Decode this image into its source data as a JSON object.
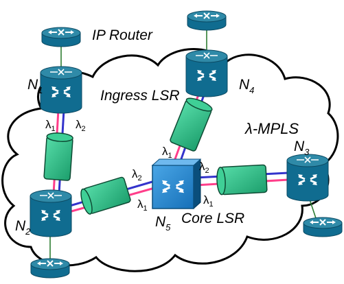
{
  "labels": {
    "ip_router": "IP Router",
    "ingress_lsr": "Ingress LSR",
    "core_lsr": "Core LSR",
    "lambda_mpls": "λ-MPLS"
  },
  "nodes": {
    "n1": {
      "name": "N",
      "sub": "1"
    },
    "n2": {
      "name": "N",
      "sub": "2"
    },
    "n3": {
      "name": "N",
      "sub": "3"
    },
    "n4": {
      "name": "N",
      "sub": "4"
    },
    "n5": {
      "name": "N",
      "sub": "5"
    }
  },
  "wavelengths": {
    "l1": {
      "sym": "λ",
      "sub": "1"
    },
    "l2": {
      "sym": "λ",
      "sub": "2"
    }
  },
  "colors": {
    "router_top": "#2f8aa8",
    "router_body": "#106c90",
    "router_edge": "#0b4a63",
    "switch_face": "#2a8ad0",
    "switch_edge": "#0a4e7c",
    "tube_fill": "#2fbf8a",
    "tube_edge": "#0d4a33",
    "fiber_blue": "#3333cc",
    "fiber_pink": "#ff3e8a",
    "client_link": "#2e7d32",
    "cloud_edge": "#000000"
  }
}
